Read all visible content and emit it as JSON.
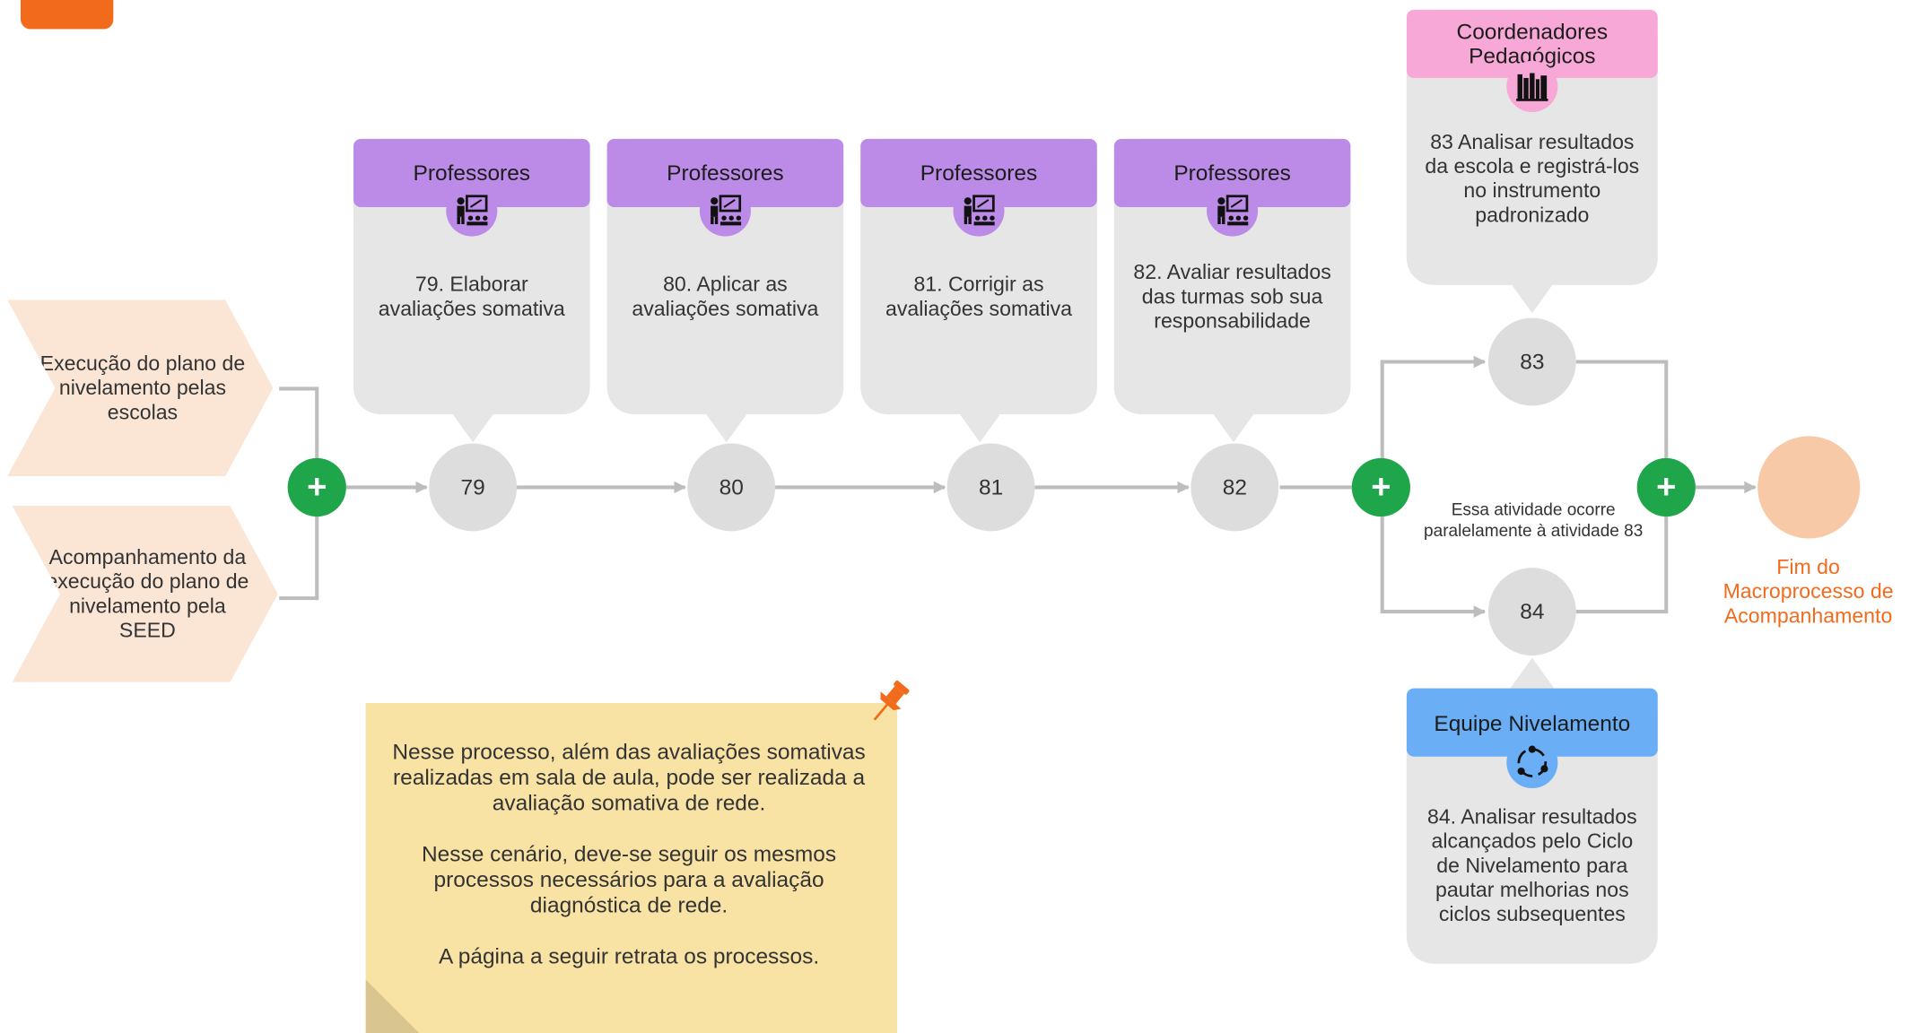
{
  "inputs": [
    {
      "text": "Execução do plano de nivelamento pelas escolas"
    },
    {
      "text": "Acompanhamento da execução do plano de nivelamento pela SEED"
    }
  ],
  "activities": [
    {
      "role": "Professores",
      "role_icon": "teacher-icon",
      "text": "79. Elaborar avaliações somativa",
      "node": "79"
    },
    {
      "role": "Professores",
      "role_icon": "teacher-icon",
      "text": "80. Aplicar as avaliações somativa",
      "node": "80"
    },
    {
      "role": "Professores",
      "role_icon": "teacher-icon",
      "text": "81. Corrigir as avaliações somativa",
      "node": "81"
    },
    {
      "role": "Professores",
      "role_icon": "teacher-icon",
      "text": "82. Avaliar resultados das turmas sob sua responsabilidade",
      "node": "82"
    }
  ],
  "activity_83": {
    "role": "Coordenadores Pedagógicos",
    "role_icon": "books-icon",
    "text": "83 Analisar resultados da escola e registrá-los no instrumento padronizado",
    "node": "83"
  },
  "activity_84": {
    "role": "Equipe Nivelamento",
    "role_icon": "cycle-icon",
    "text": "84. Analisar resultados alcançados pelo Ciclo de Nivelamento para pautar melhorias nos ciclos subsequentes",
    "node": "84"
  },
  "gateway_symbol": "+",
  "parallel_note": "Essa atividade ocorre paralelamente à atividade 83",
  "end_label": "Fim do Macroprocesso de Acompanhamento",
  "sticky_note": {
    "paragraphs": [
      "Nesse processo, além das avaliações somativas realizadas em sala de aula, pode ser realizada a avaliação somativa de rede.",
      "Nesse cenário, deve-se seguir os mesmos processos necessários para a avaliação diagnóstica de rede.",
      "A página a seguir retrata os processos."
    ],
    "pin_icon": "pushpin-icon"
  },
  "colors": {
    "professores_header": "#bb8be7",
    "coordenadores_header": "#f8a8d7",
    "equipe_header": "#6aaff5",
    "gateway": "#1fa64a",
    "end_event": "#f7c9a6",
    "end_label": "#f26b1d",
    "input_chevron": "#fbe6d6",
    "card": "#e6e6e6",
    "node": "#dddddd",
    "sticky": "#f8e3a4",
    "connector": "#bdbdbd"
  }
}
